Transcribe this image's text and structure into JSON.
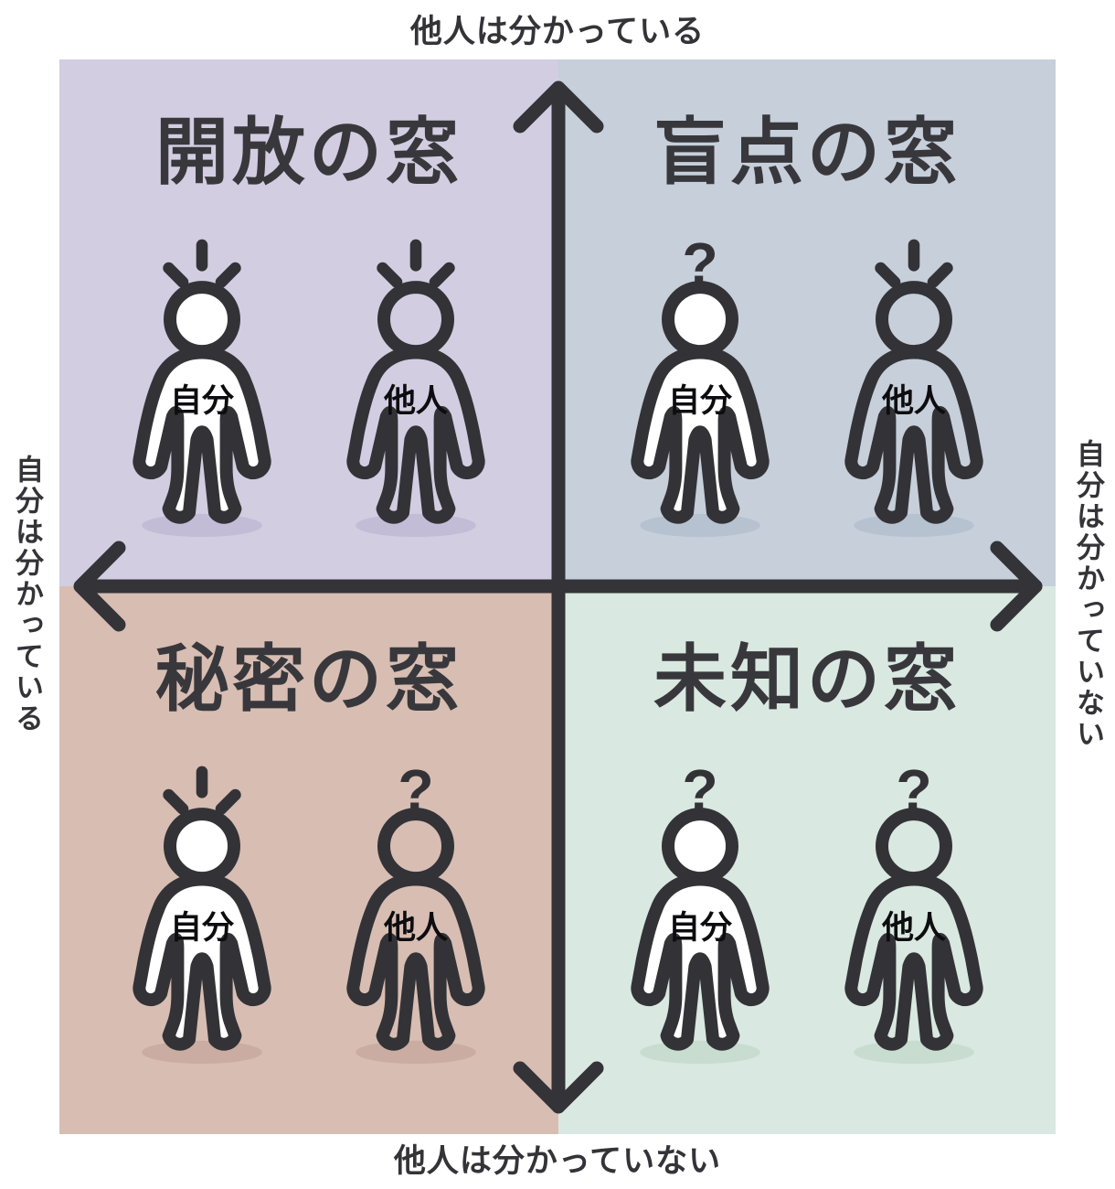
{
  "axes": {
    "top": "他人は分かっている",
    "bottom": "他人は分かっていない",
    "left": "自分は分かっている",
    "right": "自分は分かっていない"
  },
  "quadrants": [
    {
      "id": "open",
      "title": "開放の窓",
      "bg": "#d2cde1",
      "shadow": "#c3bcd6",
      "figures": [
        {
          "label": "自分",
          "mark": "aware",
          "filled": true
        },
        {
          "label": "他人",
          "mark": "aware",
          "filled": false
        }
      ]
    },
    {
      "id": "blind",
      "title": "盲点の窓",
      "bg": "#c6cfda",
      "shadow": "#b7c2d0",
      "figures": [
        {
          "label": "自分",
          "mark": "question",
          "filled": true
        },
        {
          "label": "他人",
          "mark": "aware",
          "filled": false
        }
      ]
    },
    {
      "id": "hidden",
      "title": "秘密の窓",
      "bg": "#d8bdb3",
      "shadow": "#caaca2",
      "figures": [
        {
          "label": "自分",
          "mark": "aware",
          "filled": true
        },
        {
          "label": "他人",
          "mark": "question",
          "filled": false
        }
      ]
    },
    {
      "id": "unknown",
      "title": "未知の窓",
      "bg": "#d9e8e0",
      "shadow": "#c8dcd0",
      "figures": [
        {
          "label": "自分",
          "mark": "question",
          "filled": true
        },
        {
          "label": "他人",
          "mark": "question",
          "filled": false
        }
      ]
    }
  ],
  "colors": {
    "axis": "#333338",
    "title": "#38383c",
    "background": "#ffffff"
  }
}
